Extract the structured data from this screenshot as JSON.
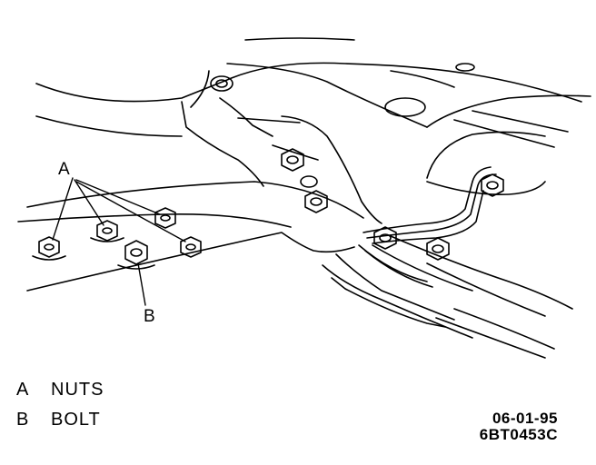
{
  "callouts": {
    "a": "A",
    "b": "B"
  },
  "legend": [
    {
      "key": "A",
      "text": "NUTS"
    },
    {
      "key": "B",
      "text": "BOLT"
    }
  ],
  "reference": {
    "date": "06-01-95",
    "code": "6BT0453C"
  }
}
